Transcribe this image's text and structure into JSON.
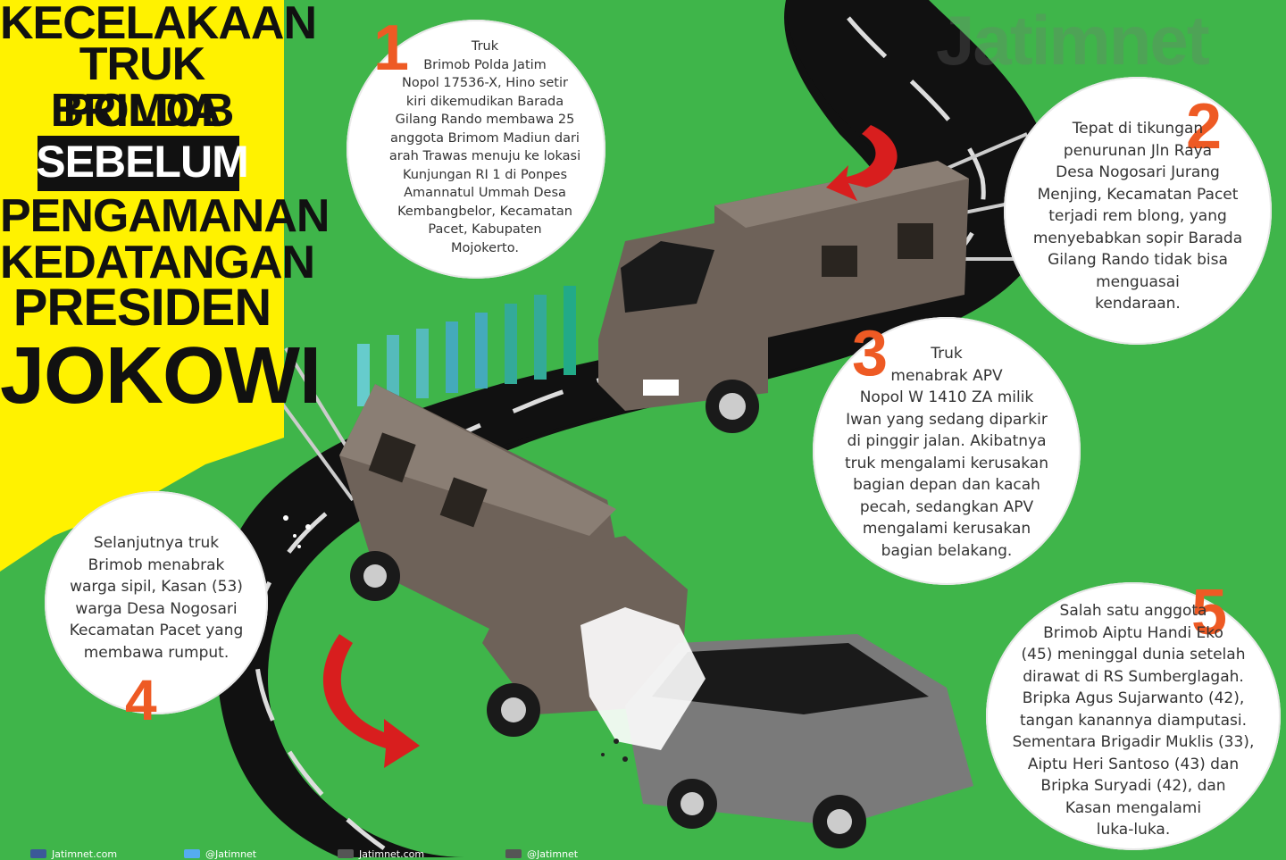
{
  "title": {
    "line1": "KECELAKAAN",
    "line2": "TRUK BRIMOB",
    "line3": "POLDA JATIM",
    "highlight": "SEBELUM",
    "line4": "PENGAMANAN",
    "line5": "KEDATANGAN",
    "line6": "PRESIDEN",
    "line7": "JOKOWI"
  },
  "logo": "Jatimnet",
  "steps": [
    {
      "number": "1",
      "lines": [
        "Truk",
        "Brimob Polda Jatim",
        "Nopol 17536-X, Hino setir",
        "kiri dikemudikan Barada",
        "Gilang Rando membawa 25",
        "anggota Brimom Madiun dari",
        "arah Trawas menuju ke lokasi",
        "Kunjungan RI 1 di Ponpes",
        "Amannatul Ummah Desa",
        "Kembangbelor, Kecamatan",
        "Pacet, Kabupaten",
        "Mojokerto."
      ]
    },
    {
      "number": "2",
      "lines": [
        "Tepat di tikungan",
        "penurunan Jln Raya",
        "Desa Nogosari Jurang",
        "Menjing, Kecamatan Pacet",
        "terjadi rem blong, yang",
        "menyebabkan sopir Barada",
        "Gilang Rando tidak bisa",
        "menguasai",
        "kendaraan."
      ]
    },
    {
      "number": "3",
      "lines": [
        "Truk",
        "menabrak APV",
        "Nopol W 1410 ZA milik",
        "Iwan yang sedang diparkir",
        "di pinggir jalan. Akibatnya",
        "truk mengalami kerusakan",
        "bagian depan dan kacah",
        "pecah, sedangkan APV",
        "mengalami kerusakan",
        "bagian belakang."
      ]
    },
    {
      "number": "4",
      "lines": [
        "Selanjutnya truk",
        "Brimob menabrak",
        "warga sipil, Kasan (53)",
        "warga Desa Nogosari",
        "Kecamatan Pacet yang",
        "membawa rumput."
      ]
    },
    {
      "number": "5",
      "lines": [
        "Salah satu anggota",
        "Brimob Aiptu Handi Eko",
        "(45) meninggal dunia setelah",
        "dirawat di RS Sumberglagah.",
        "Bripka Agus Sujarwanto (42),",
        "tangan kanannya diamputasi.",
        "Sementara Brigadir Muklis (33),",
        "Aiptu Heri Santoso (43) dan",
        "Bripka Suryadi (42), dan",
        "Kasan mengalami",
        "luka-luka."
      ]
    }
  ],
  "footer": [
    "Jatimnet.com",
    "@Jatimnet",
    "Jatimnet.com",
    "@Jatimnet"
  ],
  "colors": {
    "background": "#3fb54a",
    "panel": "#fff200",
    "road": "#111111",
    "number": "#ee5a24",
    "truck": "#6e6259",
    "car": "#7a7a7a"
  }
}
